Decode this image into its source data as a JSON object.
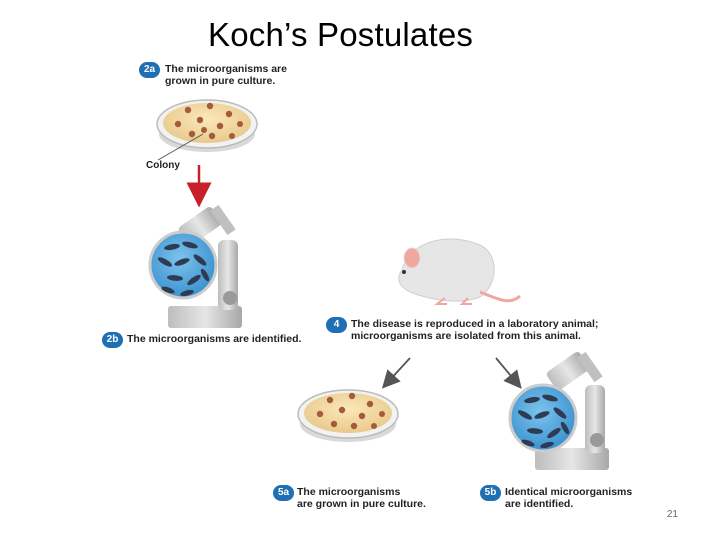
{
  "slide": {
    "title": "Koch’s Postulates",
    "page_number": "21"
  },
  "steps": {
    "step_2a": {
      "badge": "2a",
      "line1": "The microorganisms are",
      "line2": "grown in pure culture."
    },
    "colony_label": "Colony",
    "step_2b": {
      "badge": "2b",
      "line1": "The microorganisms are identified."
    },
    "step_4": {
      "badge": "4",
      "line1": "The disease is reproduced in a laboratory animal;",
      "line2": "microorganisms are isolated from this animal."
    },
    "step_5a": {
      "badge": "5a",
      "line1": "The microorganisms",
      "line2": "are grown in pure culture."
    },
    "step_5b": {
      "badge": "5b",
      "line1": "Identical microorganisms",
      "line2": "are identified."
    }
  },
  "colors": {
    "badge": "#1f6fb4",
    "arrow_red": "#c8202a",
    "arrow_gray": "#555555",
    "agar": "#f3dca0",
    "colony": "#a45a3c",
    "micro_field": "#4fa8e0",
    "rod": "#2f3b52",
    "microscope": "#d2d2d2",
    "mouse": "#e8e8e8",
    "mouse_pink": "#f1a7a0"
  }
}
